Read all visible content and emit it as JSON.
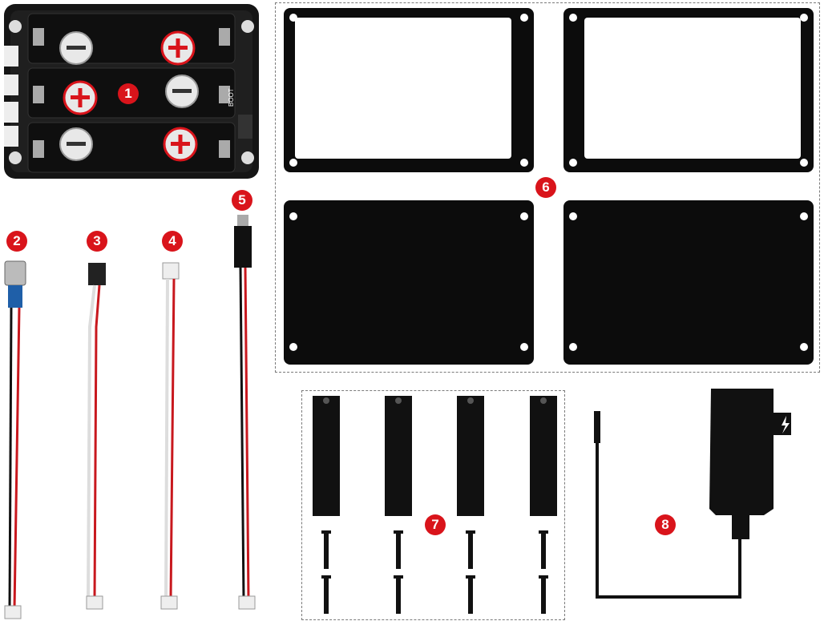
{
  "badges": [
    "1",
    "2",
    "3",
    "4",
    "5",
    "6",
    "7",
    "8"
  ],
  "board": {
    "silkscreen_boot": "BOOT"
  },
  "colors": {
    "badge": "#d9141b",
    "wire_red": "#c8181e",
    "wire_black": "#111111",
    "acrylic": "#0c0c0c"
  },
  "icons": [
    "battery-holder-board-icon",
    "power-switch-icon",
    "dc-jack-icon",
    "battery-cable-icon",
    "usb-cable-icon",
    "acrylic-frame-icon",
    "acrylic-plate-icon",
    "standoff-icon",
    "screw-icon",
    "power-adapter-icon"
  ]
}
